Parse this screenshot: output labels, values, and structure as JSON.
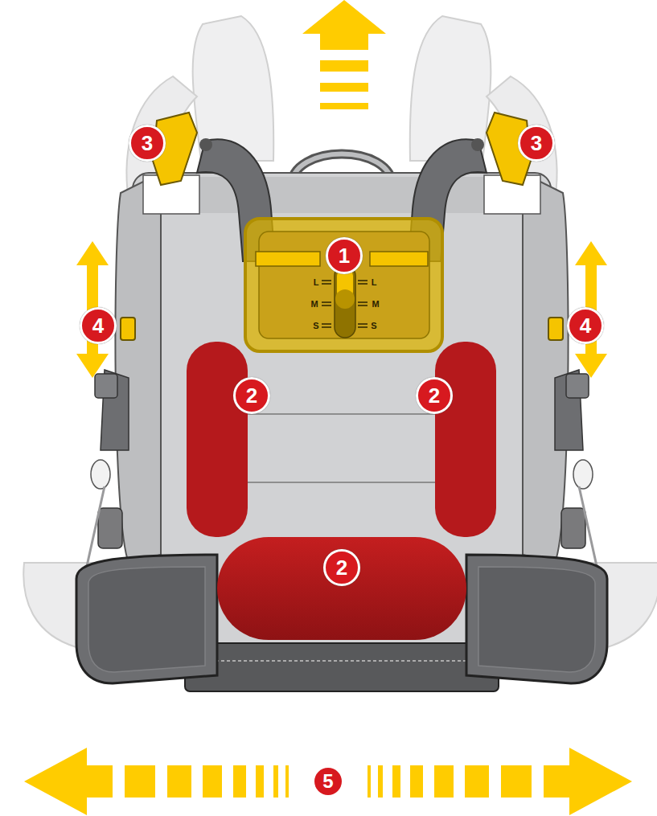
{
  "diagram": {
    "labels": [
      "3",
      "3",
      "1",
      "L",
      "L",
      "M",
      "M",
      "S",
      "S",
      "4",
      "4",
      "2",
      "2",
      "2",
      "5"
    ]
  }
}
